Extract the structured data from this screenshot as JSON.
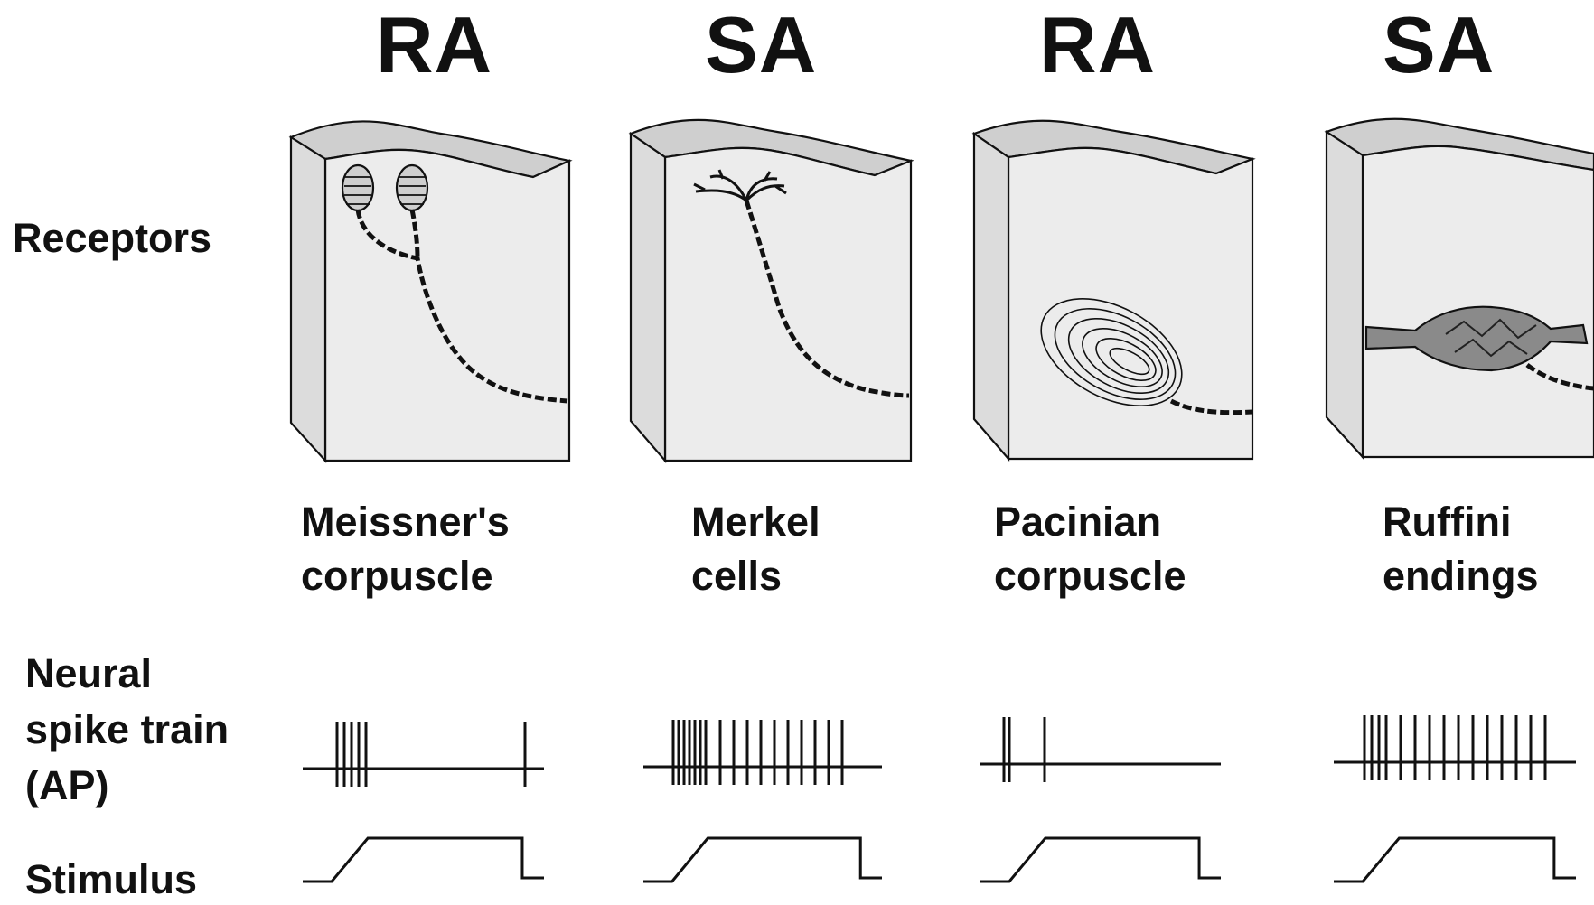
{
  "row_labels": {
    "receptors": "Receptors",
    "spike_train": [
      "Neural",
      "spike train",
      "(AP)"
    ],
    "stimulus": "Stimulus"
  },
  "receptors": [
    {
      "type": "RA",
      "name": [
        "Meissner's",
        "corpuscle"
      ],
      "spike_count": 6
    },
    {
      "type": "SA",
      "name": [
        "Merkel",
        "cells"
      ],
      "spike_count": 17
    },
    {
      "type": "RA",
      "name": [
        "Pacinian",
        "corpuscle"
      ],
      "spike_count": 3
    },
    {
      "type": "SA",
      "name": [
        "Ruffini",
        "endings"
      ],
      "spike_count": 15
    }
  ],
  "colors": {
    "ink": "#111111",
    "tissue_face": "#ececec",
    "tissue_top": "#cfcfcf",
    "tissue_side": "#dcdcdc"
  }
}
